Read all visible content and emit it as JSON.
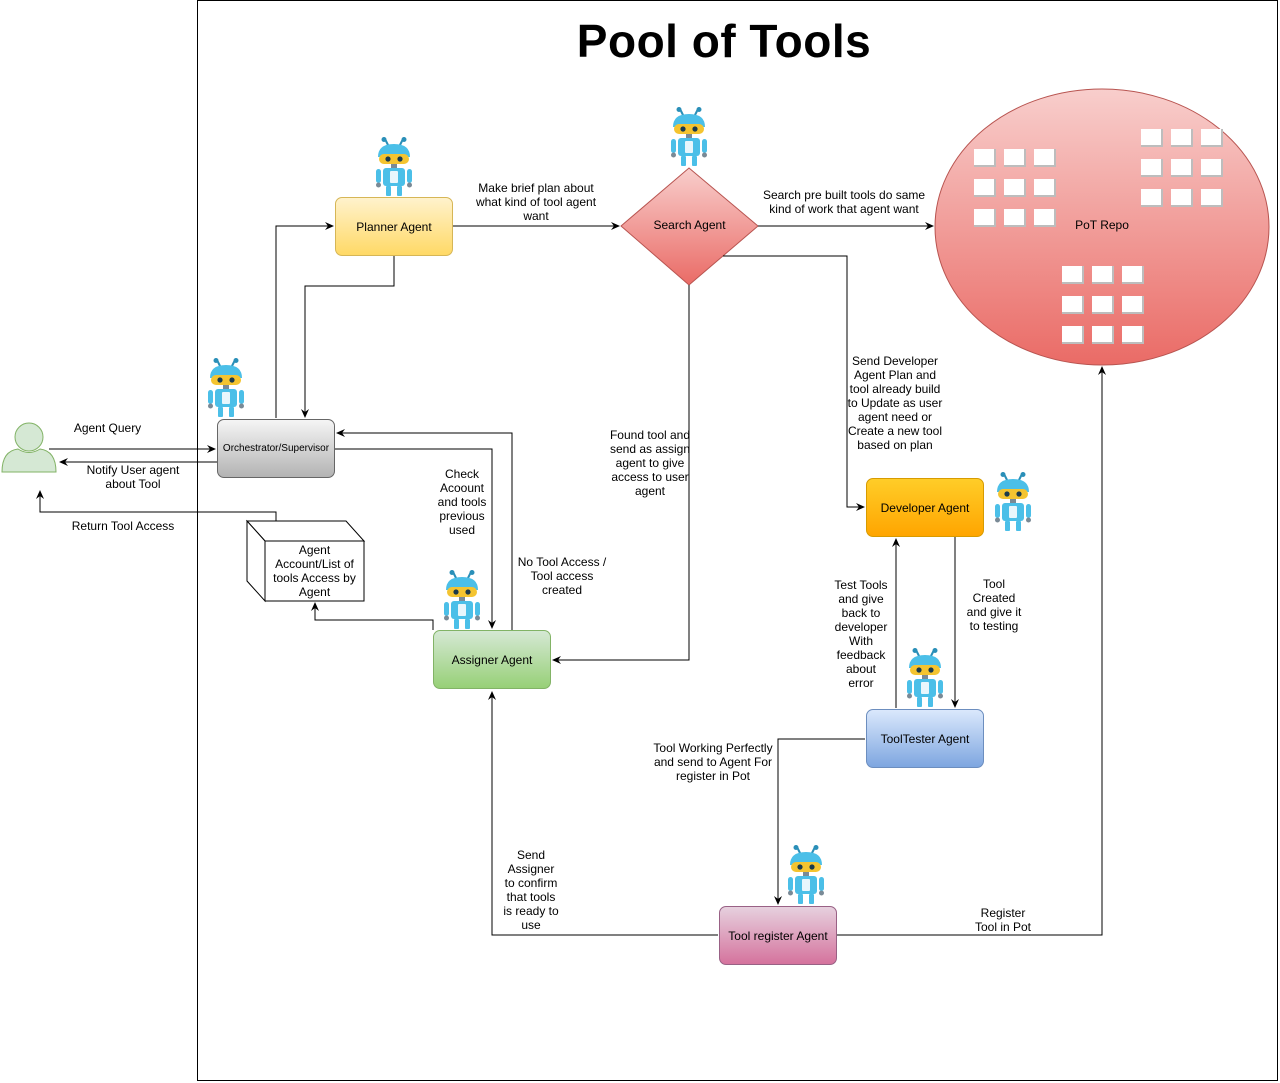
{
  "title": "Pool of Tools",
  "nodes": {
    "planner": "Planner Agent",
    "search": "Search Agent",
    "repo": "PoT Repo",
    "orchestrator": "Orchestrator/Supervisor",
    "developer": "Developer Agent",
    "tooltester": "ToolTester Agent",
    "assigner": "Assigner Agent",
    "register": "Tool register Agent",
    "account_db": [
      "Agent",
      "Account/List of",
      "tools Access by",
      "Agent"
    ]
  },
  "edges": {
    "agent_query": "Agent Query",
    "notify_user": [
      "Notify User agent",
      "about Tool"
    ],
    "return_access": "Return Tool Access",
    "planner_to_search": [
      "Make brief plan about",
      "what kind of tool agent",
      "want"
    ],
    "search_to_repo": [
      "Search pre built tools do same",
      "kind of work that agent want"
    ],
    "search_to_developer": [
      "Send Developer",
      "Agent Plan and",
      "tool already build",
      "to Update as user",
      "agent need or",
      "Create a new tool",
      "based on plan"
    ],
    "search_to_assigner": [
      "Found tool and",
      "send as assign",
      "agent to give",
      "access to user",
      "agent"
    ],
    "check_account": [
      "Check",
      "Acoount",
      "and tools",
      "previous",
      "used"
    ],
    "no_tool_access": [
      "No Tool Access /",
      "Tool access",
      "created"
    ],
    "test_tools": [
      "Test Tools",
      "and give",
      "back to",
      "developer",
      "With",
      "feedback",
      "about",
      "error"
    ],
    "tool_created": [
      "Tool",
      "Created",
      "and give it",
      "to testing"
    ],
    "tool_working": [
      "Tool Working Perfectly",
      "and send to Agent For",
      "register in Pot"
    ],
    "send_assigner": [
      "Send",
      "Assigner",
      "to confirm",
      "that tools",
      "is ready to",
      "use"
    ],
    "register_in_pot": [
      "Register",
      "Tool in Pot"
    ]
  },
  "colors": {
    "planner": [
      "#fff2cc",
      "#ffd966",
      "#d6b656"
    ],
    "search": [
      "#f8cecc",
      "#ea6b66",
      "#b85450"
    ],
    "repo": [
      "#f8cecc",
      "#ea6b66",
      "#b85450"
    ],
    "orchestrator": [
      "#f5f5f5",
      "#b3b3b3",
      "#666666"
    ],
    "developer": [
      "#ffcd28",
      "#ffa500",
      "#d79b00"
    ],
    "tooltester": [
      "#dae8fc",
      "#7ea6e0",
      "#6c8ebf"
    ],
    "assigner": [
      "#d5e8d4",
      "#97d077",
      "#82b366"
    ],
    "register": [
      "#e6d0de",
      "#d5739d",
      "#996185"
    ],
    "user": "#d5e8d4",
    "robot": "#4bbfe8"
  },
  "icons": [
    "user-icon",
    "robot-icon",
    "tool-grid-icon",
    "database-box"
  ]
}
